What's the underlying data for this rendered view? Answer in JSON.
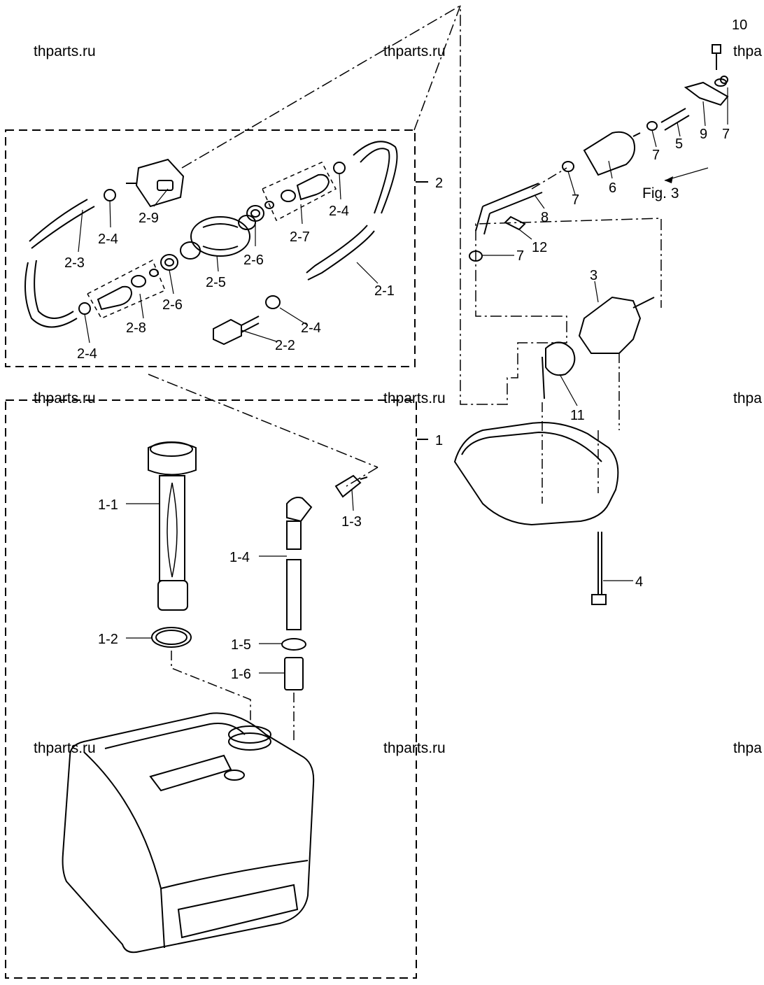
{
  "watermarks": [
    "thparts.ru",
    "thparts.ru",
    "thpa",
    "thparts.ru",
    "thparts.ru",
    "thpa",
    "thparts.ru",
    "thparts.ru",
    "thpa"
  ],
  "figure_label": "Fig. 3",
  "callouts": [
    "2",
    "1",
    "2-9",
    "2-4",
    "2-3",
    "2-4",
    "2-5",
    "2-6",
    "2-6",
    "2-7",
    "2-4",
    "2-8",
    "2-4",
    "2-4",
    "2-1",
    "2-2",
    "1-1",
    "1-2",
    "1-3",
    "1-4",
    "1-5",
    "1-6",
    "10",
    "7",
    "9",
    "5",
    "7",
    "6",
    "7",
    "8",
    "12",
    "7",
    "3",
    "11",
    "4"
  ]
}
